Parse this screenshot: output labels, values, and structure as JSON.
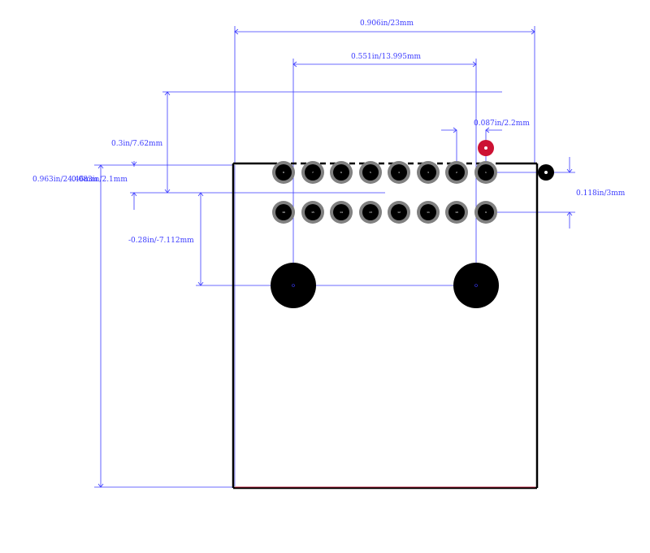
{
  "colors": {
    "dimension": "#3a3aff",
    "outline": "#000000",
    "pad_ring": "#808080",
    "pad_center": "#000000",
    "pin1_marker": "#cc1133",
    "background": "#ffffff"
  },
  "dimensions": {
    "overall_width": "0.906in/23mm",
    "hole_spacing": "0.551in/13.995mm",
    "pitch": "0.087in/2.2mm",
    "row_to_top": "0.3in/7.62mm",
    "overall_height": "0.963in/24.46mm",
    "edge_offset": "0.083in/2.1mm",
    "row_spacing": "0.118in/3mm",
    "hole_offset": "-0.28in/-7.112mm"
  },
  "pads_top_row": [
    "8",
    "7",
    "6",
    "5",
    "4",
    "3",
    "2",
    "1"
  ],
  "pads_bottom_row": [
    "16",
    "15",
    "14",
    "13",
    "12",
    "11",
    "10",
    "9"
  ]
}
